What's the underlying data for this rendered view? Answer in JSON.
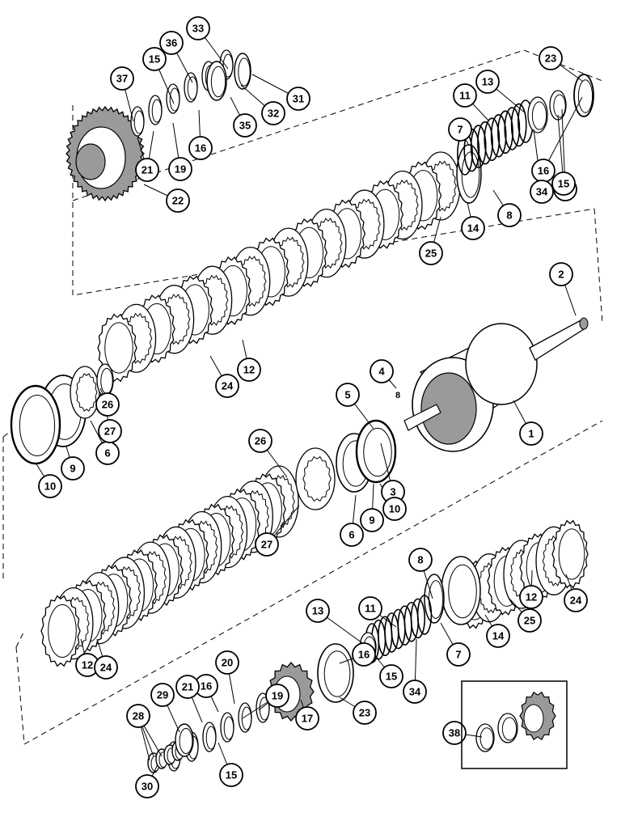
{
  "labels": [
    "1",
    "2",
    "3",
    "4",
    "5",
    "6",
    "6",
    "7",
    "7",
    "8",
    "8",
    "9",
    "9",
    "10",
    "10",
    "11",
    "11",
    "12",
    "12",
    "12",
    "13",
    "13",
    "14",
    "14",
    "15",
    "15",
    "15",
    "15",
    "15",
    "16",
    "16",
    "16",
    "16",
    "17",
    "19",
    "19",
    "20",
    "21",
    "21",
    "22",
    "23",
    "23",
    "24",
    "24",
    "24",
    "25",
    "25",
    "26",
    "26",
    "27",
    "27",
    "28",
    "29",
    "30",
    "31",
    "32",
    "33",
    "34",
    "34",
    "35",
    "36",
    "37",
    "38"
  ],
  "small_mark": "8",
  "colors": {
    "line": "#000000",
    "paper": "#ffffff",
    "shade": "#9a9a9a"
  }
}
